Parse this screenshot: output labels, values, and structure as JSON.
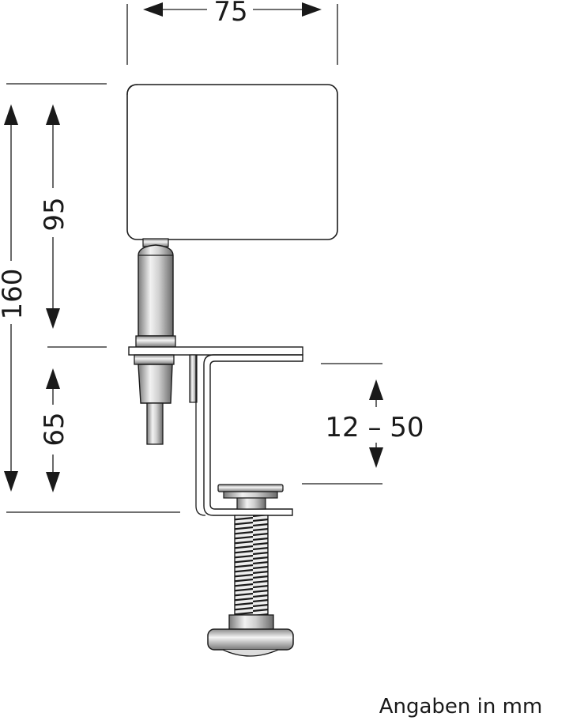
{
  "dimensions": {
    "width": "75",
    "height_total": "160",
    "height_head": "95",
    "height_stem": "65",
    "clamp_range": "12 – 50"
  },
  "note": "Angaben in mm"
}
